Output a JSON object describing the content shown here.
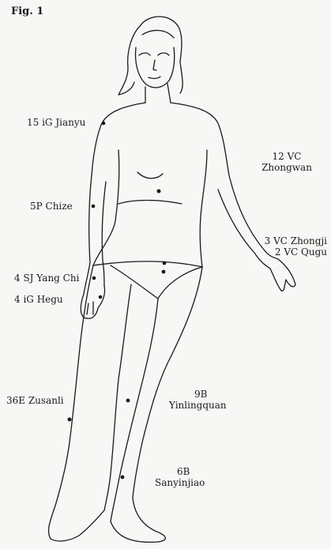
{
  "figure_label": "Fig. 1",
  "points": [
    {
      "id": "p1",
      "line1": "15 iG Jianyu"
    },
    {
      "id": "p2",
      "line1": "12 VC",
      "line2": "Zhongwan"
    },
    {
      "id": "p3",
      "line1": "5P Chize"
    },
    {
      "id": "p4",
      "line1": "3 VC Zhongji",
      "line2": "2 VC Qugu"
    },
    {
      "id": "p5",
      "line1": "4 SJ Yang Chi"
    },
    {
      "id": "p6",
      "line1": "4 iG Hegu"
    },
    {
      "id": "p7",
      "line1": "36E Zusanli"
    },
    {
      "id": "p8",
      "line1": "9B",
      "line2": "Yinlingquan"
    },
    {
      "id": "p9",
      "line1": "6B",
      "line2": "Sanyinjiao"
    }
  ],
  "colors": {
    "ink": "#1a1a1a",
    "paper": "#f7f7f5"
  }
}
